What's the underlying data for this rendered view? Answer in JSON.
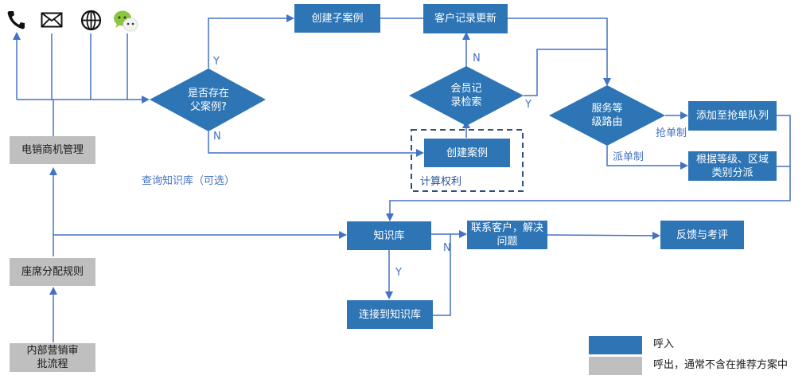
{
  "diagram": {
    "colors": {
      "inbound": "#2E75B6",
      "outbound": "#BFBFBF",
      "connector": "#4472C4",
      "dashed_border": "#2F4F7F"
    },
    "channel_icons": [
      "phone-icon",
      "mail-icon",
      "globe-icon",
      "wechat-icon"
    ],
    "nodes": {
      "is_parent_case": "是否存在父案例?",
      "create_sub_case": "创建子案例",
      "update_customer_record": "客户记录更新",
      "member_record_search": "会员记录检索",
      "create_case": "创建案例",
      "calc_rights": "计算权利",
      "service_routing": "服务等级路由",
      "add_to_queue": "添加至抢单队列",
      "dispatch_by_level": "根据等级、区域类别分派",
      "knowledge_base": "知识库",
      "contact_customer": "联系客户，解决问题",
      "feedback": "反馈与考评",
      "connect_kb": "连接到知识库",
      "telesales": "电销商机管理",
      "seat_rules": "座席分配规则",
      "internal_approval": "内部营销审批流程"
    },
    "labels": {
      "y1": "Y",
      "n1": "N",
      "n2": "N",
      "y2": "Y",
      "grab": "抢单制",
      "dispatch": "派单制",
      "query_kb": "查询知识库（可选）",
      "y3": "Y",
      "n3": "N"
    },
    "legend": [
      {
        "label": "呼入",
        "color": "#2E75B6"
      },
      {
        "label": "呼出，通常不含在推荐方案中",
        "color": "#BFBFBF"
      }
    ]
  }
}
